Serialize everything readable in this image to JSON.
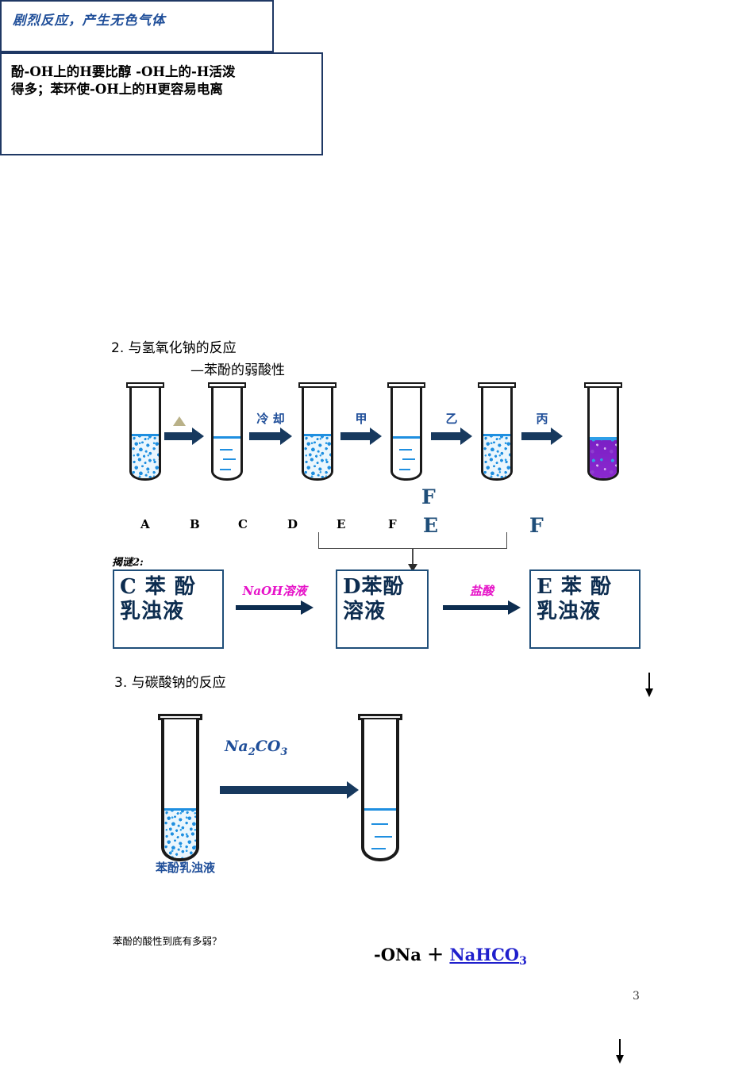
{
  "page": {
    "number": "3"
  },
  "callouts": [
    {
      "text": "剧烈反应，产生无色气体"
    },
    {
      "line1": "酚-OH上的H要比醇 -OH上的-H活泼",
      "line2": "得多；苯环使-OH上的H更容易电离"
    }
  ],
  "section2": {
    "heading": "2. 与氢氧化钠的反应",
    "subheading": "—苯酚的弱酸性",
    "arrow_labels": [
      "",
      "冷 却",
      "甲",
      "乙",
      "丙"
    ],
    "letters_black": [
      "A",
      "B",
      "C",
      "D",
      "E",
      "F"
    ],
    "letters_blue": [
      "F",
      "E",
      "F"
    ],
    "riddle_label": "揭谜2:",
    "flow": {
      "box1_line1": "C 苯 酚",
      "box1_line2": "乳浊液",
      "arrow1_label": "NaOH溶液",
      "box2_line1": "D苯酚",
      "box2_line2": "溶液",
      "arrow2_label": "盐酸",
      "box3_line1": "E 苯 酚",
      "box3_line2": "乳浊液"
    }
  },
  "section3": {
    "heading": "3. 与碳酸钠的反应",
    "reagent": "Na2CO3",
    "reagent_base": "Na",
    "reagent_sub1": "2",
    "reagent_mid": "CO",
    "reagent_sub2": "3",
    "tube_caption": "苯酚乳浊液"
  },
  "footer": {
    "question": "苯酚的酸性到底有多弱？",
    "formula_left": "-ONa ＋ ",
    "formula_link": "NaHCO",
    "formula_link_sub": "3"
  },
  "colors": {
    "navy_border": "#1F3864",
    "blue_text": "#1F4E99",
    "magenta": "#E612C8",
    "arrow_fill": "#17395e",
    "turbid_blue": "#1f8fe0",
    "purple_fill": "#7a1fc4",
    "link_blue": "#2020CC"
  }
}
